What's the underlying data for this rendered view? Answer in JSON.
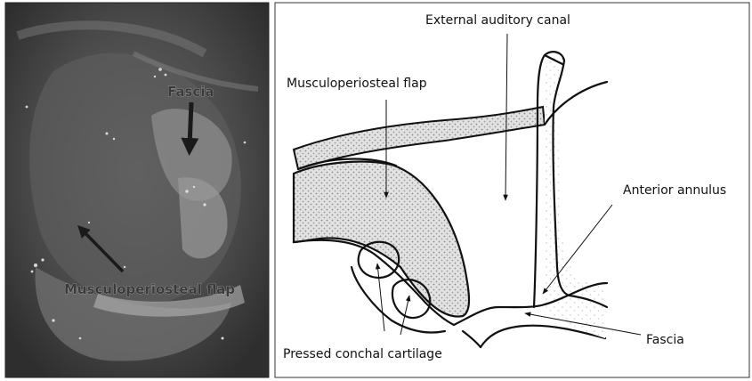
{
  "photo": {
    "label_fascia": "Fascia",
    "label_flap": "Musculoperiosteal flap"
  },
  "diagram": {
    "label_canal": "External auditory canal",
    "label_flap": "Musculoperiosteal flap",
    "label_annulus": "Anterior annulus",
    "label_fascia": "Fascia",
    "label_cartilage": "Pressed conchal cartilage"
  },
  "colors": {
    "photo_bg": "#4a4a4a",
    "stipple_fill": "#d9d9d9",
    "line": "#111111"
  }
}
